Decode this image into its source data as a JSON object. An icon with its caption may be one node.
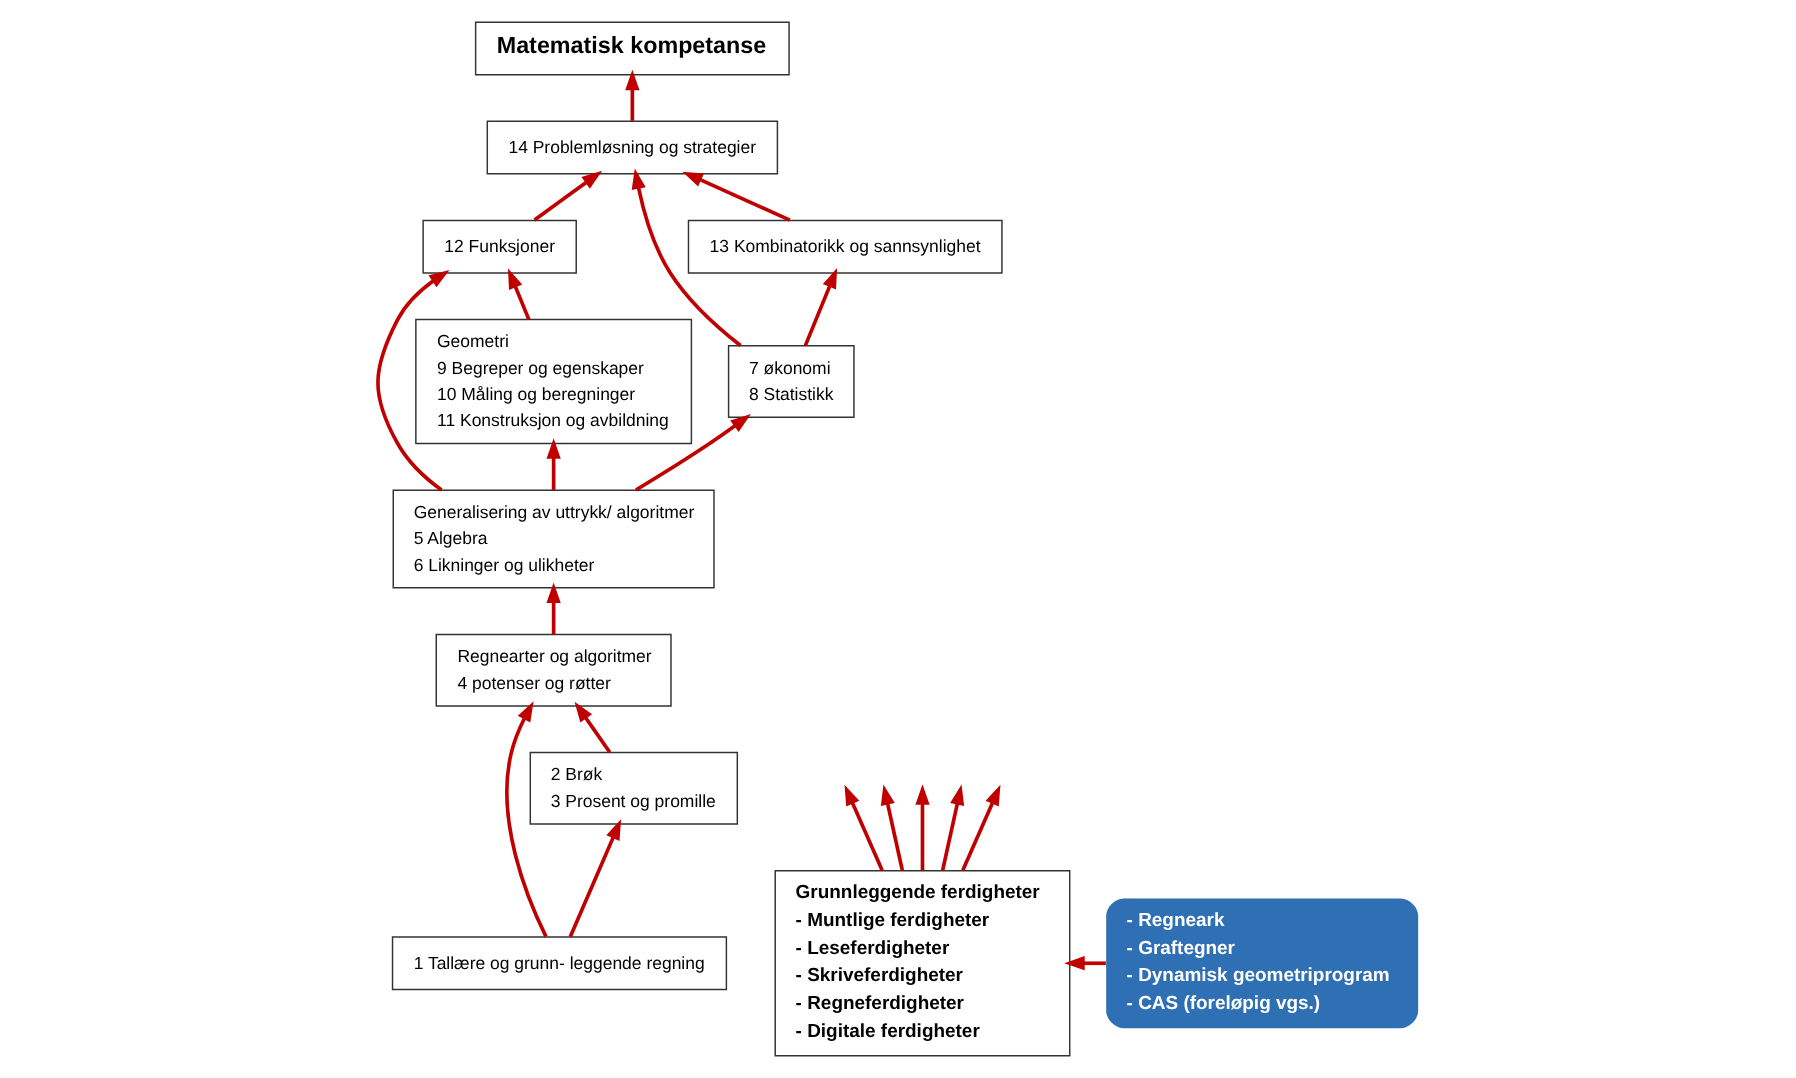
{
  "diagram": {
    "nodes": [
      {
        "text": [
          "Matematisk kompetanse"
        ]
      },
      {
        "text": [
          "14 Problemløsning og strategier"
        ]
      },
      {
        "text": [
          "13 Kombinatorikk og sannsynlighet"
        ]
      },
      {
        "text": [
          "12 Funksjoner"
        ]
      },
      {
        "text": [
          "Geometri",
          "9 Begreper og egenskaper",
          "10 Måling og beregninger",
          "11 Konstruksjon og avbildning"
        ]
      },
      {
        "text": [
          "7 økonomi",
          "8 Statistikk"
        ]
      },
      {
        "text": [
          "Generalisering av uttrykk/ algoritmer",
          "5 Algebra",
          "6 Likninger og ulikheter"
        ]
      },
      {
        "text": [
          "Regnearter og algoritmer",
          "4 potenser og røtter"
        ]
      },
      {
        "text": [
          "2 Brøk",
          "3 Prosent og promille"
        ]
      },
      {
        "text": [
          "1 Tallære og grunn- leggende regning"
        ]
      },
      {
        "text": [
          "Grunnleggende ferdigheter",
          "- Muntlige ferdigheter",
          "- Leseferdigheter",
          "- Skriveferdigheter",
          "- Regneferdigheter",
          "- Digitale ferdigheter"
        ]
      },
      {
        "text": [
          "- Regneark",
          "- Graftegner",
          "- Dynamisk geometriprogram",
          "- CAS (foreløpig vgs.)"
        ]
      }
    ],
    "edges": [
      {
        "from": 9,
        "to": 7,
        "arrow": "to"
      },
      {
        "from": 9,
        "to": 8,
        "arrow": "to"
      },
      {
        "from": 8,
        "to": 7,
        "arrow": "to"
      },
      {
        "from": 7,
        "to": 6,
        "arrow": "to"
      },
      {
        "from": 6,
        "to": 3,
        "arrow": "to"
      },
      {
        "from": 6,
        "to": 4,
        "arrow": "to"
      },
      {
        "from": 6,
        "to": 5,
        "arrow": "to"
      },
      {
        "from": 5,
        "to": 1,
        "arrow": "to"
      },
      {
        "from": 5,
        "to": 2,
        "arrow": "to"
      },
      {
        "from": 4,
        "to": 3,
        "arrow": "to"
      },
      {
        "from": 3,
        "to": 1,
        "arrow": "to"
      },
      {
        "from": 2,
        "to": 1,
        "arrow": "to"
      },
      {
        "from": 1,
        "to": 0,
        "arrow": "to"
      },
      {
        "from": 10,
        "to": null,
        "arrow": "to"
      },
      {
        "from": 10,
        "to": null,
        "arrow": "to"
      },
      {
        "from": 10,
        "to": null,
        "arrow": "to"
      },
      {
        "from": 10,
        "to": null,
        "arrow": "to"
      },
      {
        "from": 10,
        "to": null,
        "arrow": "to"
      },
      {
        "from": 11,
        "to": 10,
        "arrow": "to"
      }
    ]
  }
}
